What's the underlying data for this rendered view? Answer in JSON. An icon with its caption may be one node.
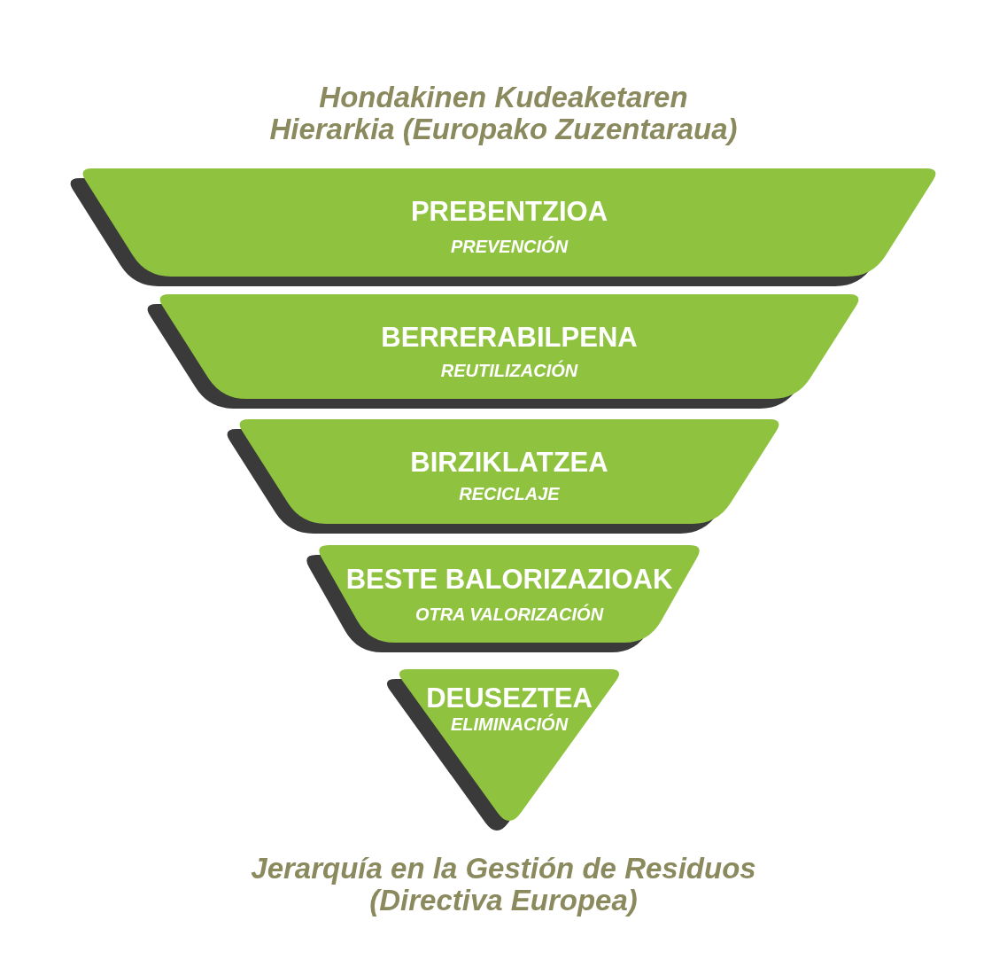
{
  "diagram": {
    "title": "Hondakinen Kudeaketaren Hierarkia (Europako Zuzentaraua)",
    "caption": "Jerarquía en la Gestión de Residuos (Directiva Europea)",
    "nodes": [
      {
        "text": [
          "PREBENTZIOA",
          "PREVENCIÓN"
        ]
      },
      {
        "text": [
          "BERRERABILPENA",
          "REUTILIZACIÓN"
        ]
      },
      {
        "text": [
          "BIRZIKLATZEA",
          "RECICLAJE"
        ]
      },
      {
        "text": [
          "BESTE BALORIZAZIOAK",
          "OTRA VALORIZACIÓN"
        ]
      },
      {
        "text": [
          "DEUSEZTEA",
          "ELIMINACIÓN"
        ]
      }
    ]
  }
}
